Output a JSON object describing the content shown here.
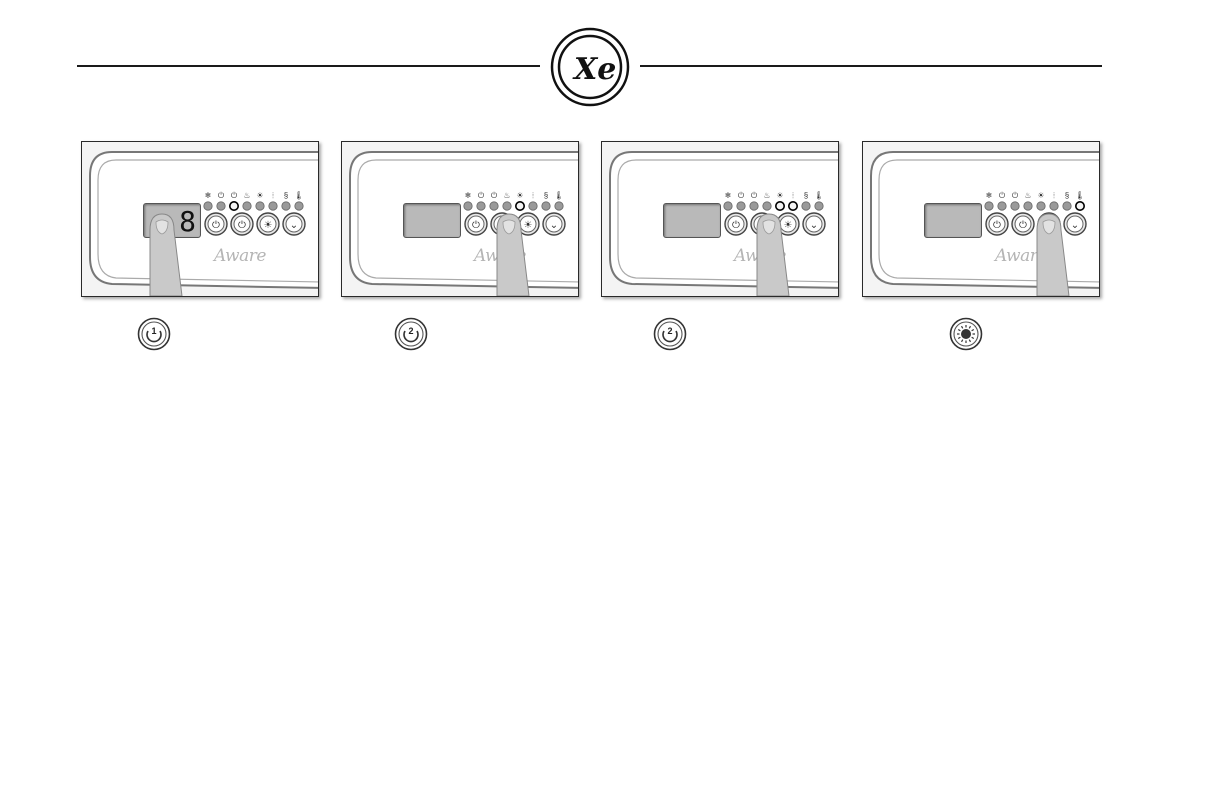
{
  "header": {
    "logo_text": "Xe",
    "logo_icon": "xe-logo-icon"
  },
  "panels": [
    {
      "display_value": "8",
      "brand_text": "Aware",
      "pressed_button": "jets-1-button"
    },
    {
      "display_value": "",
      "brand_text": "Aware",
      "pressed_button": "jets-2-button"
    },
    {
      "display_value": "",
      "brand_text": "Aware",
      "pressed_button": "jets-2-button"
    },
    {
      "display_value": "",
      "brand_text": "Aware",
      "pressed_button": "light-button"
    }
  ],
  "indicator_icons": [
    "snowflake-icon",
    "jets-1-icon",
    "jets-2-icon",
    "blower-icon",
    "light-icon",
    "filter-icon",
    "heat-icon",
    "thermometer-icon"
  ],
  "key_icons": [
    {
      "icon": "jets-1-icon",
      "label": "1"
    },
    {
      "icon": "jets-2-icon",
      "label": "2"
    },
    {
      "icon": "jets-2-icon",
      "label": "2"
    },
    {
      "icon": "light-icon",
      "label": ""
    }
  ],
  "colors": {
    "panel_bg": "#f4f4f4",
    "lcd": "#b9b9b9",
    "led": "#9a9a9a",
    "led_active": "#f4f4f4",
    "finger": "#c9c9c9"
  }
}
